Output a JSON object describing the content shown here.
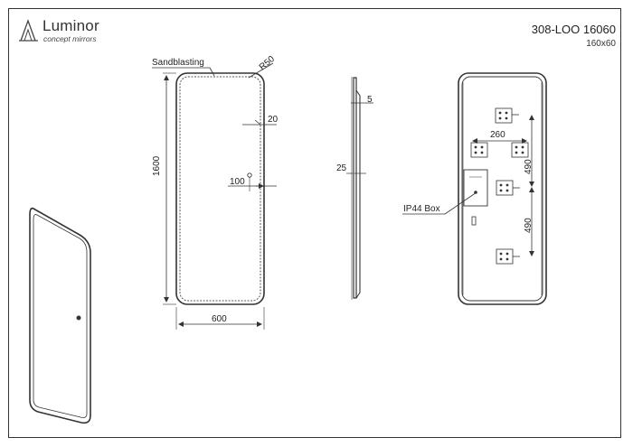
{
  "header": {
    "brand_name": "Luminor",
    "brand_tagline": "concept mirrors",
    "product_code": "308-LOO 16060",
    "product_size": "160x60"
  },
  "front_view": {
    "sandblasting_label": "Sandblasting",
    "radius_label": "R50",
    "height_label": "1600",
    "width_label": "600",
    "edge_offset_label": "20",
    "sensor_offset_label": "100"
  },
  "side_view": {
    "thickness_label": "5",
    "depth_label": "25"
  },
  "back_view": {
    "bracket_spacing_label": "260",
    "vertical_spacing_top_label": "490",
    "vertical_spacing_bottom_label": "490",
    "box_label": "IP44  Box"
  },
  "colors": {
    "line": "#333333",
    "text": "#222222"
  }
}
